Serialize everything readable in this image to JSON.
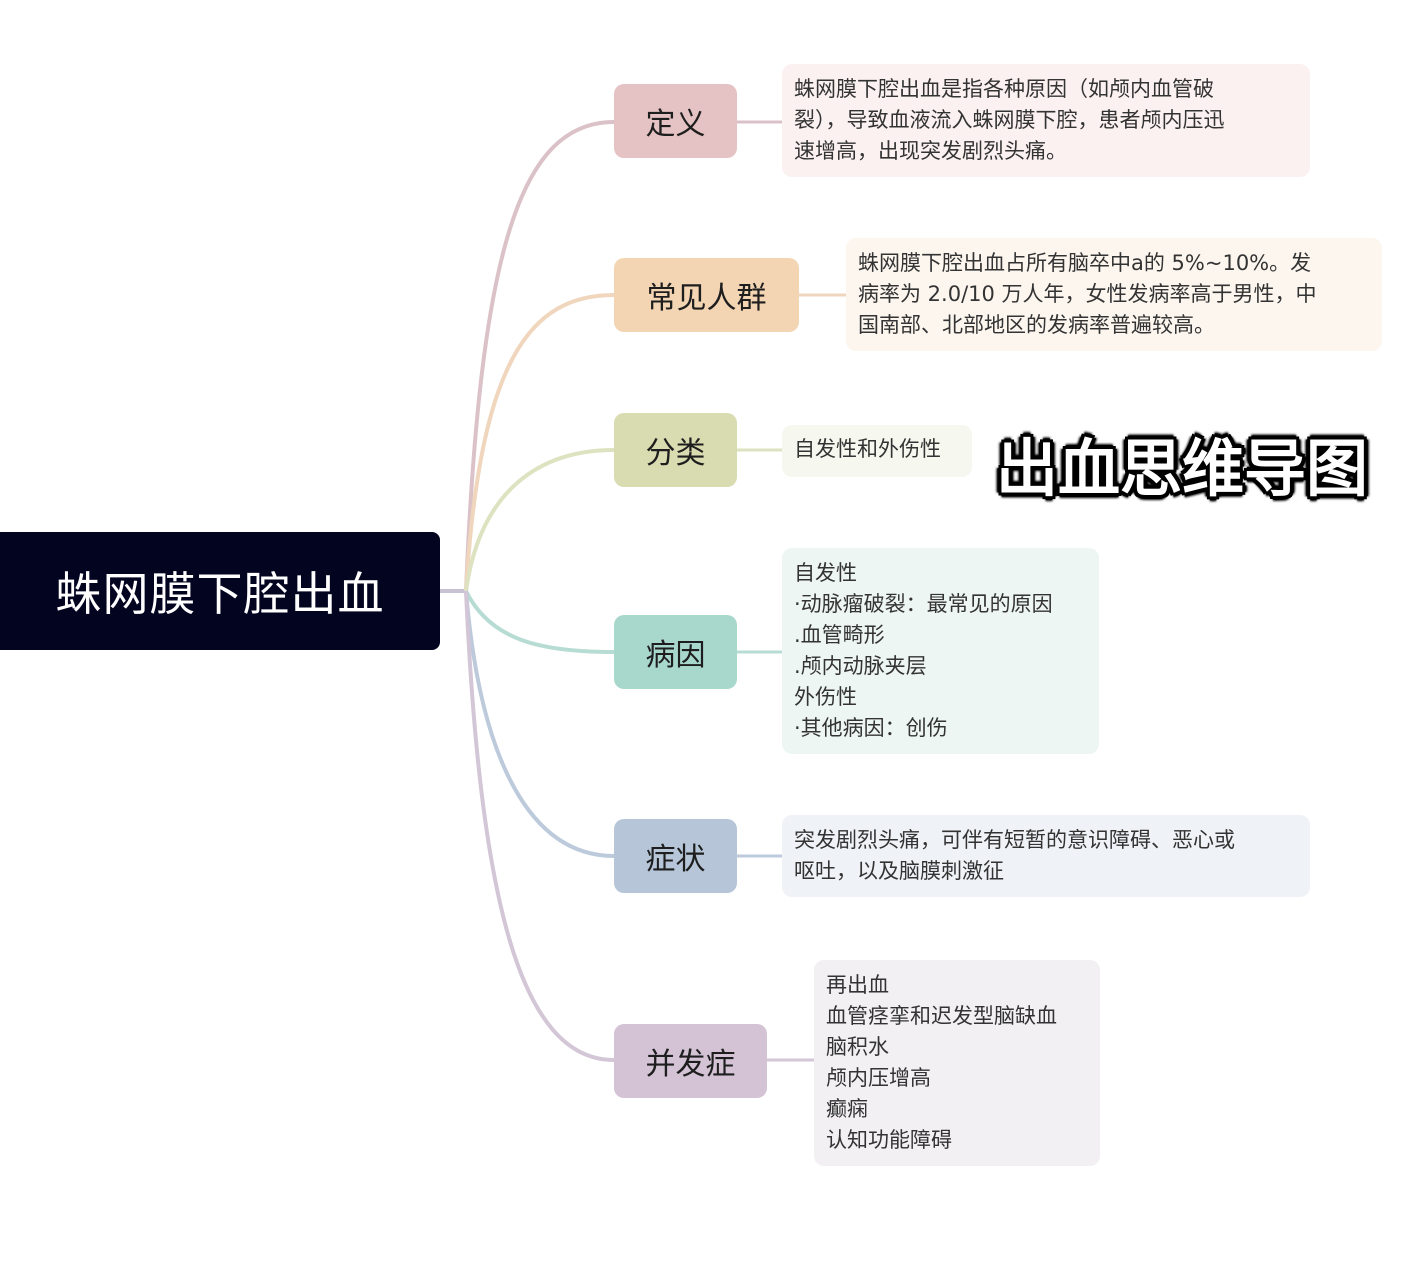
{
  "title_badge": "出血思维导图",
  "root": {
    "label": "蛛网膜下腔出血",
    "color": "#030420"
  },
  "branches": [
    {
      "label": "定义",
      "node_color": "#e5c2c3",
      "line_color": "#dbc2c8",
      "leaf_color": "#fbf1f0",
      "lines": [
        "蛛网膜下腔出血是指各种原因（如颅内血管破",
        "裂），导致血液流入蛛网膜下腔，患者颅内压迅",
        "速增高，出现突发剧烈头痛。"
      ]
    },
    {
      "label": "常见人群",
      "node_color": "#f3d5b4",
      "line_color": "#f0d6bd",
      "leaf_color": "#fcf6ef",
      "lines": [
        "蛛网膜下腔出血占所有脑卒中a的 5%~10%。发",
        "病率为 2.0/10 万人年，女性发病率高于男性，中",
        "国南部、北部地区的发病率普遍较高。"
      ]
    },
    {
      "label": "分类",
      "node_color": "#d9dcb0",
      "line_color": "#dde3c0",
      "leaf_color": "#f6f7ef",
      "lines": [
        "自发性和外伤性"
      ]
    },
    {
      "label": "病因",
      "node_color": "#a8d7cb",
      "line_color": "#b7dcd3",
      "leaf_color": "#eef6f3",
      "lines": [
        "自发性",
        "·动脉瘤破裂：最常见的原因",
        ".血管畸形",
        ".颅内动脉夹层",
        "外伤性",
        "·其他病因：创伤"
      ]
    },
    {
      "label": "症状",
      "node_color": "#b6c6d8",
      "line_color": "#bccadb",
      "leaf_color": "#eff2f6",
      "lines": [
        "突发剧烈头痛，可伴有短暂的意识障碍、恶心或",
        "呕吐，以及脑膜刺激征"
      ]
    },
    {
      "label": "并发症",
      "node_color": "#d3c3d5",
      "line_color": "#d3c6d6",
      "leaf_color": "#f2f0f3",
      "lines": [
        "再出血",
        "血管痉挛和迟发型脑缺血",
        "脑积水",
        "颅内压增高",
        "癫痫",
        "认知功能障碍"
      ]
    }
  ]
}
